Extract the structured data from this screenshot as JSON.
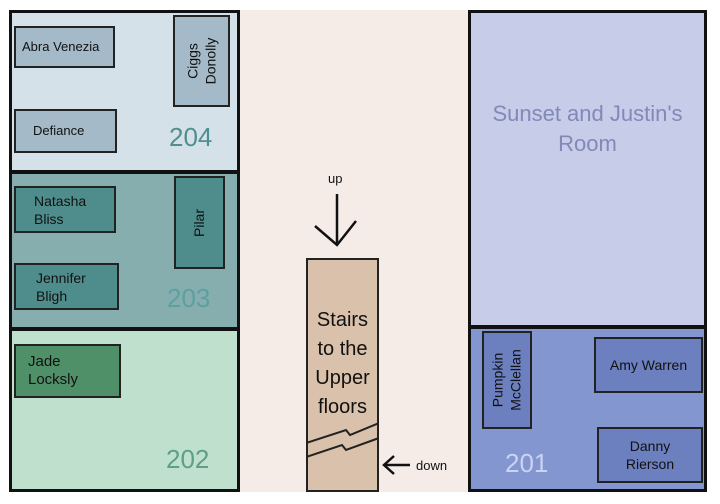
{
  "rooms": {
    "r204": {
      "number": "204",
      "color": "#d5e1e8",
      "occupants": [
        "Abra Venezia",
        "Ciggs\nDonolly",
        "Defiance"
      ]
    },
    "r203": {
      "number": "203",
      "color": "#86aeae",
      "occupants": [
        "Natasha\nBliss",
        "Pilar",
        "Jennifer\nBligh"
      ]
    },
    "r202": {
      "number": "202",
      "color": "#bfe0cd",
      "occupants": [
        "Jade\nLocksly"
      ]
    },
    "suite": {
      "title": "Sunset and Justin's\nRoom",
      "color": "#c7cce8"
    },
    "r201": {
      "number": "201",
      "color": "#8496cf",
      "occupants": [
        "Pumpkin\nMcClellan",
        "Amy Warren",
        "Danny\nRierson"
      ]
    }
  },
  "stairs": {
    "label": "Stairs\nto the\nUpper\nfloors",
    "up": "up",
    "down": "down"
  },
  "colors": {
    "hallway": "#f6ece7",
    "stairs": "#d9c1ab",
    "box204": "#a4bac8",
    "box203": "#4f8d8d",
    "box202": "#4f9068",
    "box201": "#6c7fbf",
    "number_text": "#4f8f8f",
    "suite_text": "#8089b8"
  }
}
